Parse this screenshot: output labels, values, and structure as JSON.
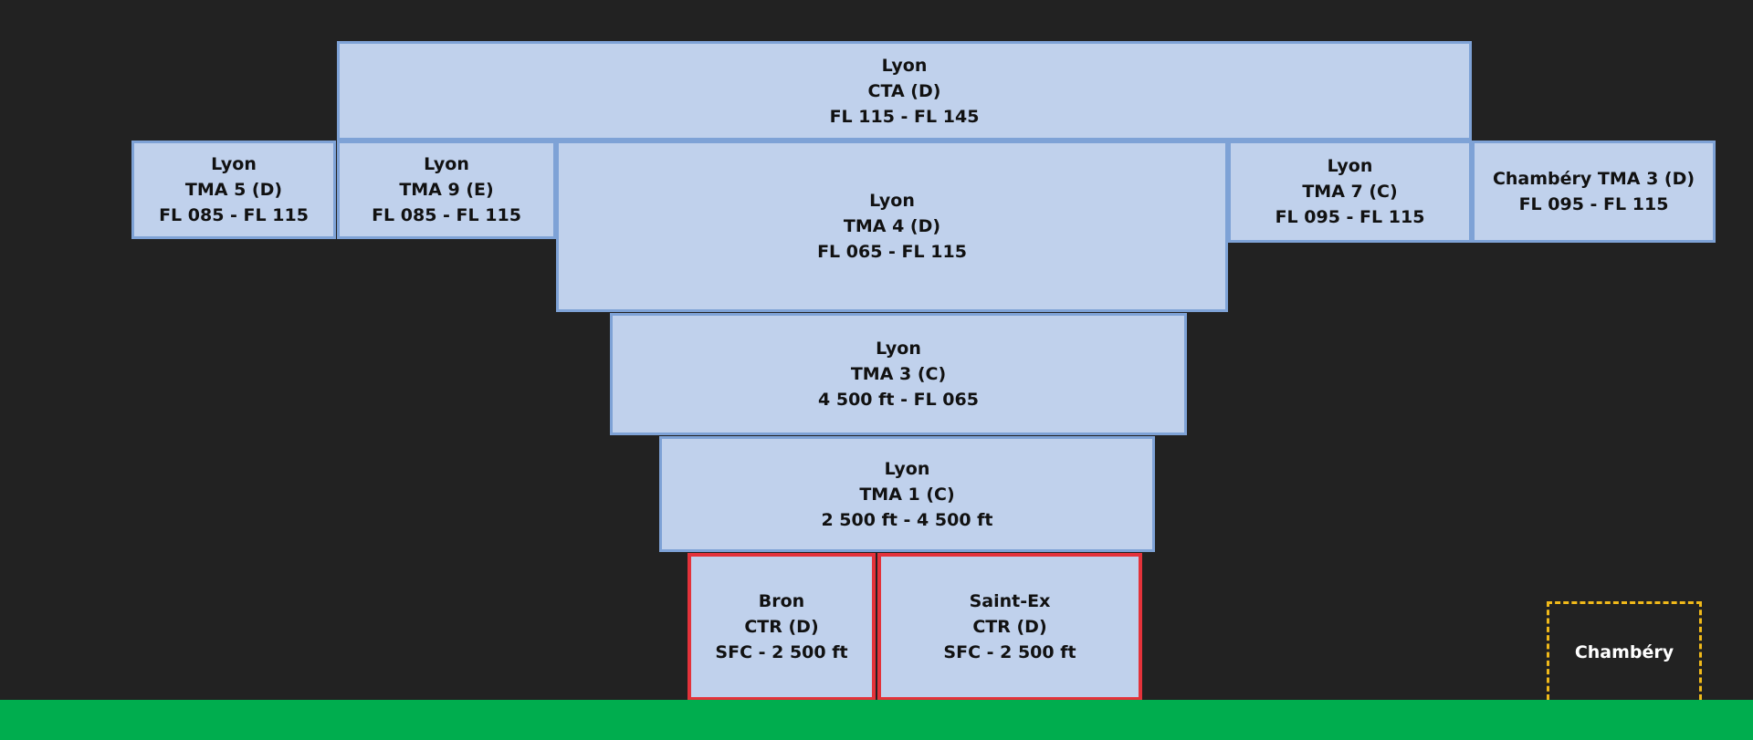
{
  "airspaces": {
    "cta": {
      "line1": "Lyon",
      "line2": "CTA (D)",
      "line3": "FL 115 - FL 145"
    },
    "tma5": {
      "line1": "Lyon",
      "line2": "TMA 5 (D)",
      "line3": "FL 085 - FL 115"
    },
    "tma9": {
      "line1": "Lyon",
      "line2": "TMA 9 (E)",
      "line3": "FL 085 - FL 115"
    },
    "tma4": {
      "line1": "Lyon",
      "line2": "TMA 4 (D)",
      "line3": "FL 065 - FL 115"
    },
    "tma7": {
      "line1": "Lyon",
      "line2": "TMA 7 (C)",
      "line3": "FL 095 - FL 115"
    },
    "chambery_tma3": {
      "line1": "Chambéry TMA 3 (D)",
      "line2": "FL 095 - FL 115"
    },
    "tma3": {
      "line1": "Lyon",
      "line2": "TMA 3 (C)",
      "line3": "4 500 ft - FL 065"
    },
    "tma1": {
      "line1": "Lyon",
      "line2": "TMA 1 (C)",
      "line3": "2 500 ft - 4 500 ft"
    },
    "bron_ctr": {
      "line1": "Bron",
      "line2": "CTR (D)",
      "line3": "SFC - 2 500 ft"
    },
    "saintex_ctr": {
      "line1": "Saint-Ex",
      "line2": "CTR (D)",
      "line3": "SFC - 2 500 ft"
    }
  },
  "airport": {
    "label": "Chambéry"
  },
  "colors": {
    "background": "#222222",
    "zone_fill": "#c0d1ec",
    "zone_border": "#7ea2d6",
    "ctr_border": "#e3323a",
    "ground": "#00ad4e",
    "airport_border": "#f0b91a"
  }
}
